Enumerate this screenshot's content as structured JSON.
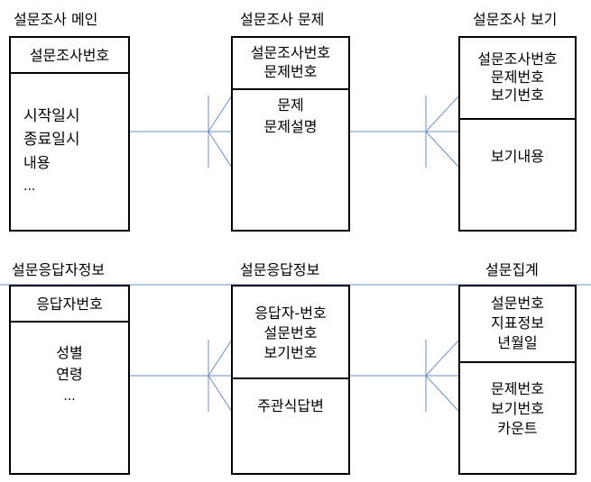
{
  "entities": {
    "survey_main": {
      "title": "설문조사 메인",
      "key_lines": [
        "설문조사번호"
      ],
      "attr_lines": [
        "시작일시",
        "종료일시",
        "내용",
        "..."
      ]
    },
    "survey_question": {
      "title": "설문조사 문제",
      "key_lines": [
        "설문조사번호",
        "문제번호"
      ],
      "attr_lines": [
        "문제",
        "문제설명"
      ]
    },
    "survey_option": {
      "title": "설문조사 보기",
      "key_lines": [
        "설문조사번호",
        "문제번호",
        "보기번호"
      ],
      "attr_lines": [
        "보기내용"
      ]
    },
    "respondent": {
      "title": "설문응답자정보",
      "key_lines": [
        "응답자번호"
      ],
      "attr_lines": [
        "성별",
        "연령",
        "..."
      ]
    },
    "response": {
      "title": "설문응답정보",
      "key_lines": [
        "응답자-번호",
        "설문번호",
        "보기번호"
      ],
      "attr_lines": [
        "주관식답변"
      ]
    },
    "aggregate": {
      "title": "설문집계",
      "key_lines": [
        "설문번호",
        "지표정보",
        "년월일"
      ],
      "attr_lines": [
        "문제번호",
        "보기번호",
        "카운트"
      ]
    }
  },
  "colors": {
    "connector": "#6d8fcb",
    "border": "#000000"
  }
}
